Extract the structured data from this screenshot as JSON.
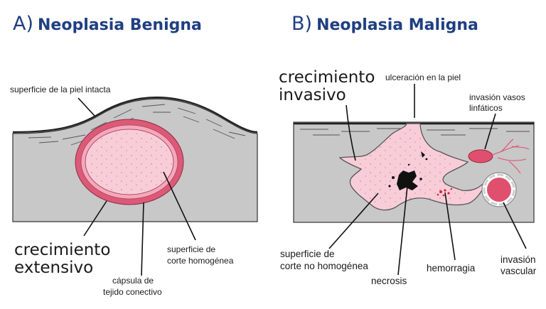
{
  "panel_a": {
    "letter": "A)",
    "title": "Neoplasia Benigna",
    "labels": {
      "skin_surface": "superficie de la piel intacta",
      "growth_line1": "crecimiento",
      "growth_line2": "extensivo",
      "capsule_line1": "cápsula de",
      "capsule_line2": "tejido conectivo",
      "cut_surface_line1": "superficie de",
      "cut_surface_line2": "corte homogénea"
    }
  },
  "panel_b": {
    "letter": "B)",
    "title": "Neoplasia Maligna",
    "labels": {
      "growth_line1": "crecimiento",
      "growth_line2": "invasivo",
      "ulceration": "ulceración en la piel",
      "lymph_line1": "invasión vasos",
      "lymph_line2": "linfáticos",
      "cut_surface_line1": "superficie de",
      "cut_surface_line2": "corte no homogénea",
      "necrosis": "necrosis",
      "hemorrhage": "hemorragia",
      "vascular_line1": "invasión",
      "vascular_line2": "vascular"
    }
  },
  "colors": {
    "title": "#1f3f82",
    "tissue": "#c8c8c8",
    "tumor_fill": "#f8cdd8",
    "capsule": "#dc5a78",
    "vessel": "#e0506e"
  }
}
